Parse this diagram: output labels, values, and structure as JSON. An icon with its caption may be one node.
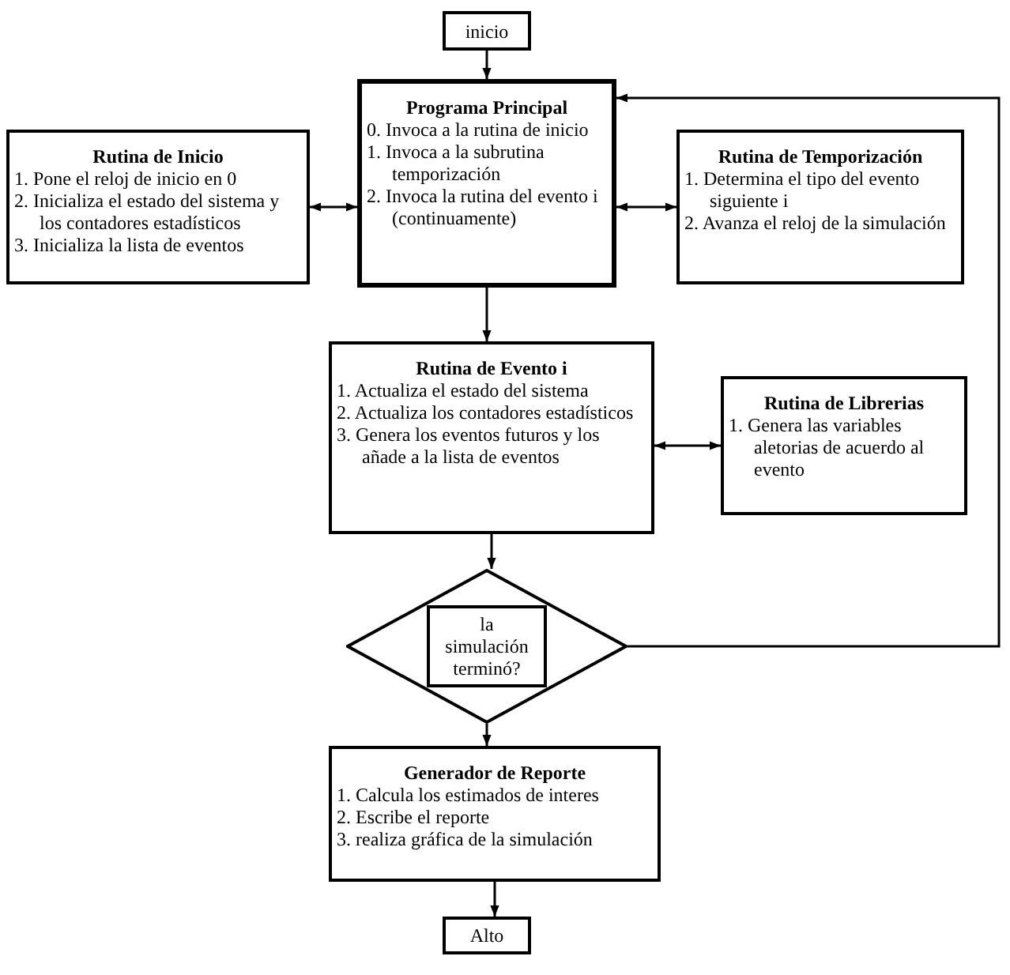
{
  "diagram": {
    "nodes": [
      {
        "text": [
          "inicio"
        ]
      },
      {
        "text": [
          "Programa Principal",
          "0. Invoca a la rutina de inicio",
          "1. Invoca a la subrutina temporización",
          "2. Invoca la rutina del evento i (continuamente)"
        ]
      },
      {
        "text": [
          "Rutina de Inicio",
          "1. Pone el reloj de inicio en 0",
          "2. Inicializa el estado del sistema y los contadores estadísticos",
          "3. Inicializa la lista de eventos"
        ]
      },
      {
        "text": [
          "Rutina de Temporización",
          "1. Determina el tipo del evento siguiente i",
          "2. Avanza el reloj de la simulación"
        ]
      },
      {
        "text": [
          "Rutina de Evento i",
          "1. Actualiza el estado del sistema",
          "2. Actualiza los contadores estadísticos",
          "3. Genera los eventos futuros y los añade a la lista de eventos"
        ]
      },
      {
        "text": [
          "Rutina de Librerias",
          "1. Genera las variables aletorias de acuerdo al evento"
        ]
      },
      {
        "text": [
          "la simulación terminó?"
        ]
      },
      {
        "text": [
          "Generador de Reporte",
          "1. Calcula los estimados de interes",
          "2. Escribe el reporte",
          "3. realiza gráfica de la simulación"
        ]
      },
      {
        "text": [
          "Alto"
        ]
      }
    ],
    "edges": [
      {
        "from": 0,
        "to": 1,
        "arrow": "to"
      },
      {
        "from": 1,
        "to": 2,
        "arrow": "both"
      },
      {
        "from": 1,
        "to": 3,
        "arrow": "both"
      },
      {
        "from": 1,
        "to": 4,
        "arrow": "to"
      },
      {
        "from": 4,
        "to": 5,
        "arrow": "both"
      },
      {
        "from": 4,
        "to": 6,
        "arrow": "to"
      },
      {
        "from": 6,
        "to": 1,
        "arrow": "to"
      },
      {
        "from": 6,
        "to": 7,
        "arrow": "to"
      },
      {
        "from": 7,
        "to": 8,
        "arrow": "to"
      }
    ]
  }
}
